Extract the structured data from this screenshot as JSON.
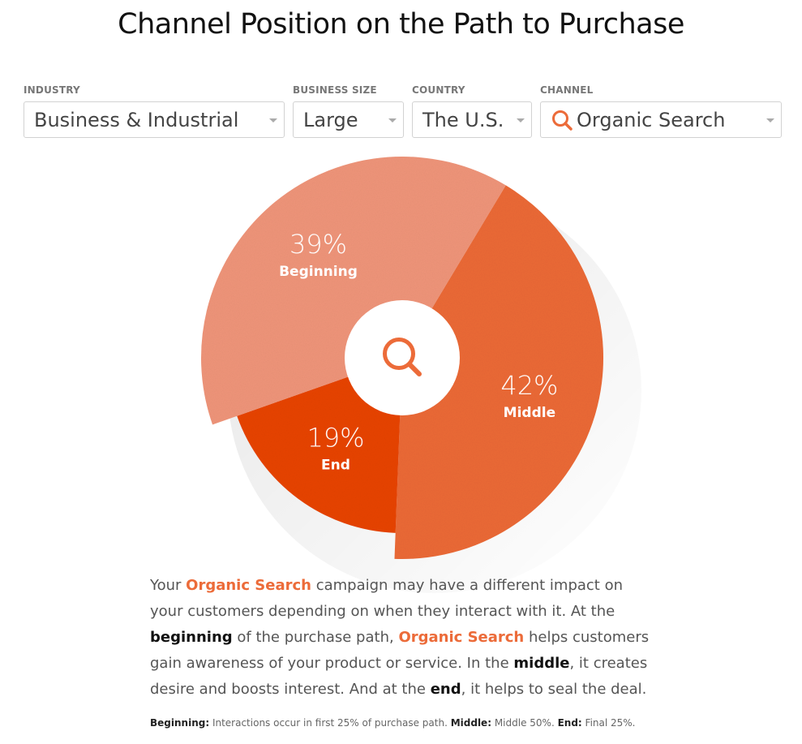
{
  "title": "Channel Position on the Path to Purchase",
  "filters": {
    "industry": {
      "label": "INDUSTRY",
      "value": "Business & Industrial"
    },
    "business_size": {
      "label": "BUSINESS SIZE",
      "value": "Large"
    },
    "country": {
      "label": "COUNTRY",
      "value": "The U.S."
    },
    "channel": {
      "label": "CHANNEL",
      "value": "Organic Search",
      "icon": "search-icon"
    }
  },
  "chart_data": {
    "type": "pie",
    "categories": [
      "Beginning",
      "Middle",
      "End"
    ],
    "values": [
      39,
      42,
      19
    ],
    "labels": [
      "39%",
      "42%",
      "19%"
    ],
    "colors": [
      "#f0957a",
      "#ec6b39",
      "#e8440f"
    ],
    "center_icon": "search-icon",
    "title": "",
    "legend": "none"
  },
  "description": {
    "p1": "Your ",
    "channel_1": "Organic Search",
    "p2": " campaign may have a different impact on your customers depending on when they interact with it. At the ",
    "beginning": "beginning",
    "p3": " of the purchase path, ",
    "channel_2": "Organic Search",
    "p4": " helps customers gain awareness of your product or service. In the ",
    "middle": "middle",
    "p5": ", it creates desire and boosts interest. And at the ",
    "end": "end",
    "p6": ", it helps to seal the deal."
  },
  "footnote": {
    "beginning_label": "Beginning:",
    "beginning_text": " Interactions occur in first 25% of purchase path. ",
    "middle_label": "Middle:",
    "middle_text": " Middle 50%. ",
    "end_label": "End:",
    "end_text": " Final 25%."
  }
}
